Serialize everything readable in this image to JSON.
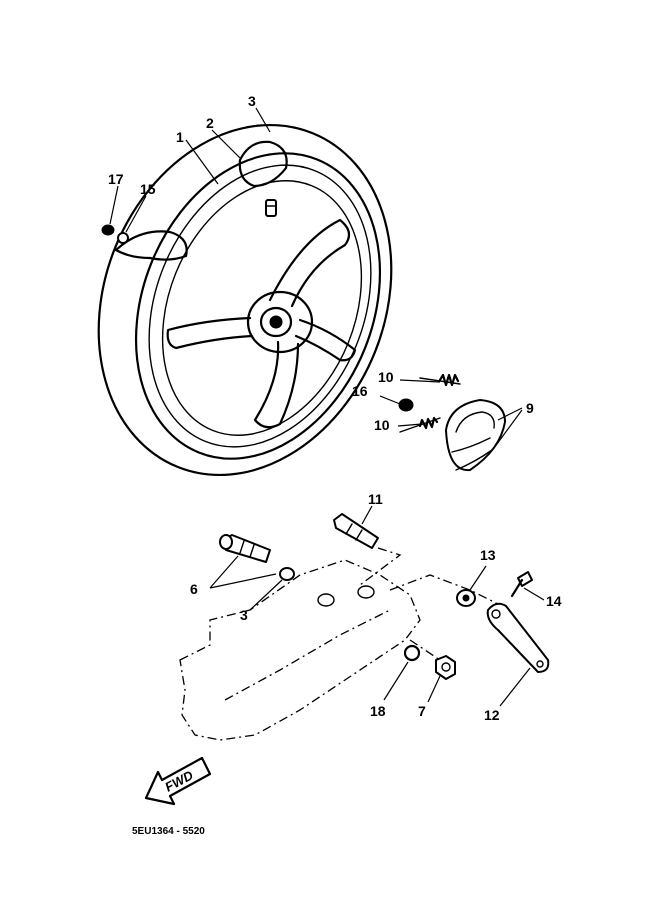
{
  "diagram": {
    "callouts": {
      "c1": "1",
      "c2": "2",
      "c3a": "3",
      "c3b": "3",
      "c6": "6",
      "c7": "7",
      "c9": "9",
      "c10a": "10",
      "c10b": "10",
      "c11": "11",
      "c12": "12",
      "c13": "13",
      "c14": "14",
      "c15": "15",
      "c16": "16",
      "c17": "17",
      "c18": "18"
    },
    "fwd_label": "FWD",
    "drawing_code": "5EU1364 - 5520"
  }
}
